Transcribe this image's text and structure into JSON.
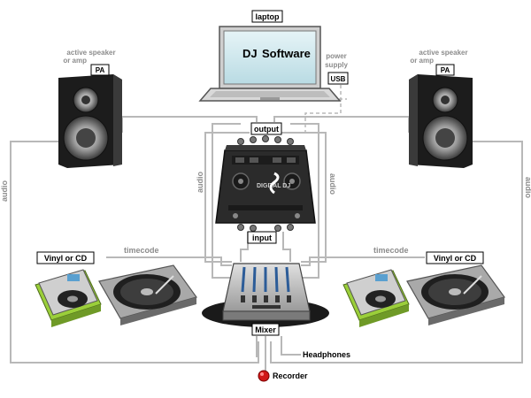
{
  "labels": {
    "laptop": "laptop",
    "screen_dj": "DJ",
    "screen_software": "Software",
    "power_supply_line1": "power",
    "power_supply_line2": "supply",
    "usb": "USB",
    "output": "output",
    "input": "input",
    "mixer": "Mixer",
    "headphones": "Headphones",
    "recorder": "Recorder",
    "speaker_left_line1": "active speaker",
    "speaker_left_line2": "or amp",
    "speaker_left_pa": "PA",
    "speaker_right_line1": "active speaker",
    "speaker_right_line2": "or amp",
    "speaker_right_pa": "PA",
    "vinyl_left": "Vinyl or CD",
    "vinyl_right": "Vinyl or CD",
    "timecode_left": "timecode",
    "timecode_right": "timecode",
    "audio_left_outer": "audio",
    "audio_left_inner": "audio",
    "audio_right_inner": "audio",
    "audio_right_outer": "audio",
    "device_brand": "DIGITAL DJ"
  },
  "colors": {
    "wire": "#b8b8b8",
    "device": "#2b2b2b",
    "cdj_green": "#9bcf3a",
    "turntable_silver": "#a9a9a9",
    "recorder_red": "#d01818",
    "screen": "#cfe8ee"
  }
}
